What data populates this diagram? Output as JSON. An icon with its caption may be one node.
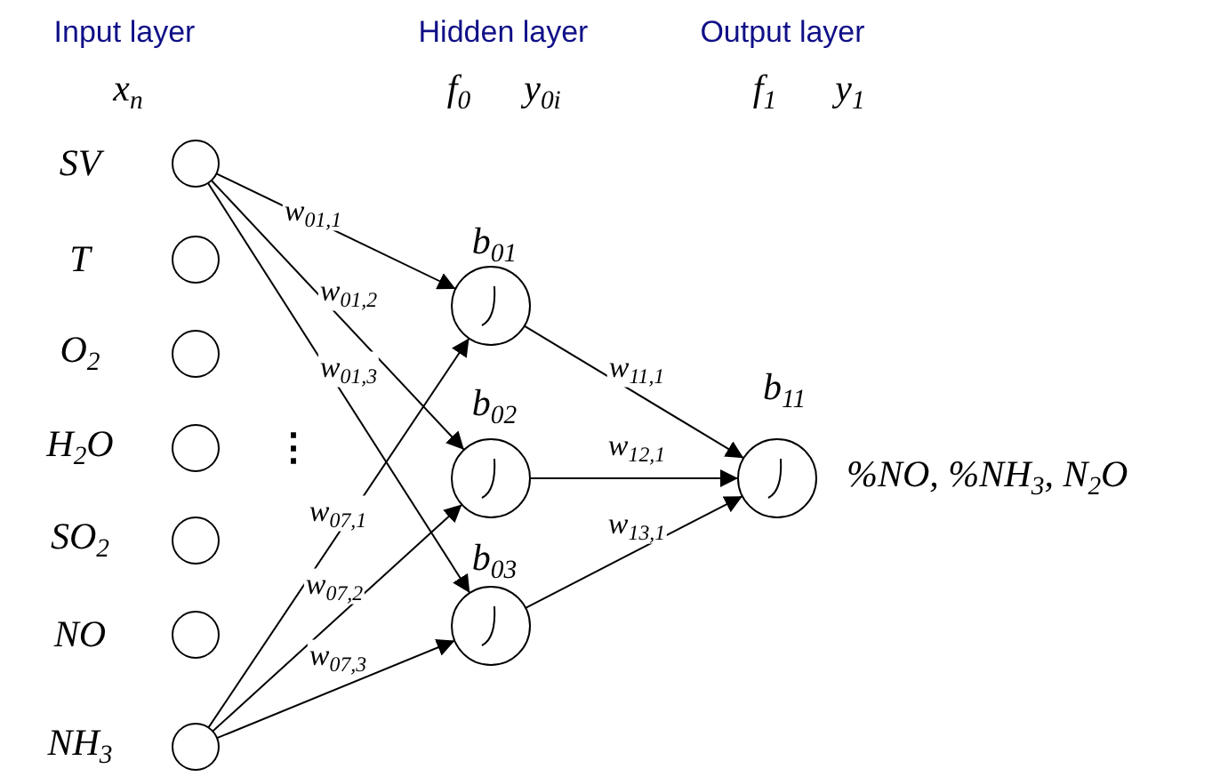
{
  "diagram": {
    "nodes": [
      {
        "text": [],
        "shape": "circle",
        "beside": [
          "SV"
        ]
      },
      {
        "text": [],
        "shape": "circle",
        "beside": [
          "T"
        ]
      },
      {
        "text": [],
        "shape": "circle",
        "beside": [
          "O$_{2}$"
        ]
      },
      {
        "text": [],
        "shape": "circle",
        "beside": [
          "H$_{2}$O"
        ]
      },
      {
        "text": [],
        "shape": "circle",
        "beside": [
          "SO$_{2}$"
        ]
      },
      {
        "text": [],
        "shape": "circle",
        "beside": [
          "NO"
        ]
      },
      {
        "text": [],
        "shape": "circle",
        "beside": [
          "NH$_{3}$"
        ]
      },
      {
        "text": [],
        "shape": "circle",
        "beside": [
          "b$_{01}$"
        ]
      },
      {
        "text": [],
        "shape": "circle",
        "beside": [
          "b$_{02}$"
        ]
      },
      {
        "text": [],
        "shape": "circle",
        "beside": [
          "b$_{03}$"
        ]
      },
      {
        "text": [],
        "shape": "circle",
        "beside": [
          "b$_{11}$",
          "%NO, %NH$_{3}$, N$_{2}$O"
        ]
      }
    ],
    "edges": [
      {
        "from": 0,
        "to": 7,
        "arrow": "to",
        "label": "w$_{01,1}$"
      },
      {
        "from": 0,
        "to": 8,
        "arrow": "to",
        "label": "w$_{01,2}$"
      },
      {
        "from": 0,
        "to": 9,
        "arrow": "to",
        "label": "w$_{01,3}$"
      },
      {
        "from": 6,
        "to": 7,
        "arrow": "to",
        "label": "w$_{07,1}$"
      },
      {
        "from": 6,
        "to": 8,
        "arrow": "to",
        "label": "w$_{07,2}$"
      },
      {
        "from": 6,
        "to": 9,
        "arrow": "to",
        "label": "w$_{07,3}$"
      },
      {
        "from": 7,
        "to": 10,
        "arrow": "to",
        "label": "w$_{11,1}$"
      },
      {
        "from": 8,
        "to": 10,
        "arrow": "to",
        "label": "w$_{12,1}$"
      },
      {
        "from": 9,
        "to": 10,
        "arrow": "to",
        "label": "w$_{13,1}$"
      }
    ],
    "labels": [
      "Input layer",
      "Hidden layer",
      "Output layer",
      "x$_{n}$",
      "f$_{0}$",
      "y$_{0i}$",
      "f$_{1}$",
      "y$_{1}$",
      "⋮"
    ]
  }
}
